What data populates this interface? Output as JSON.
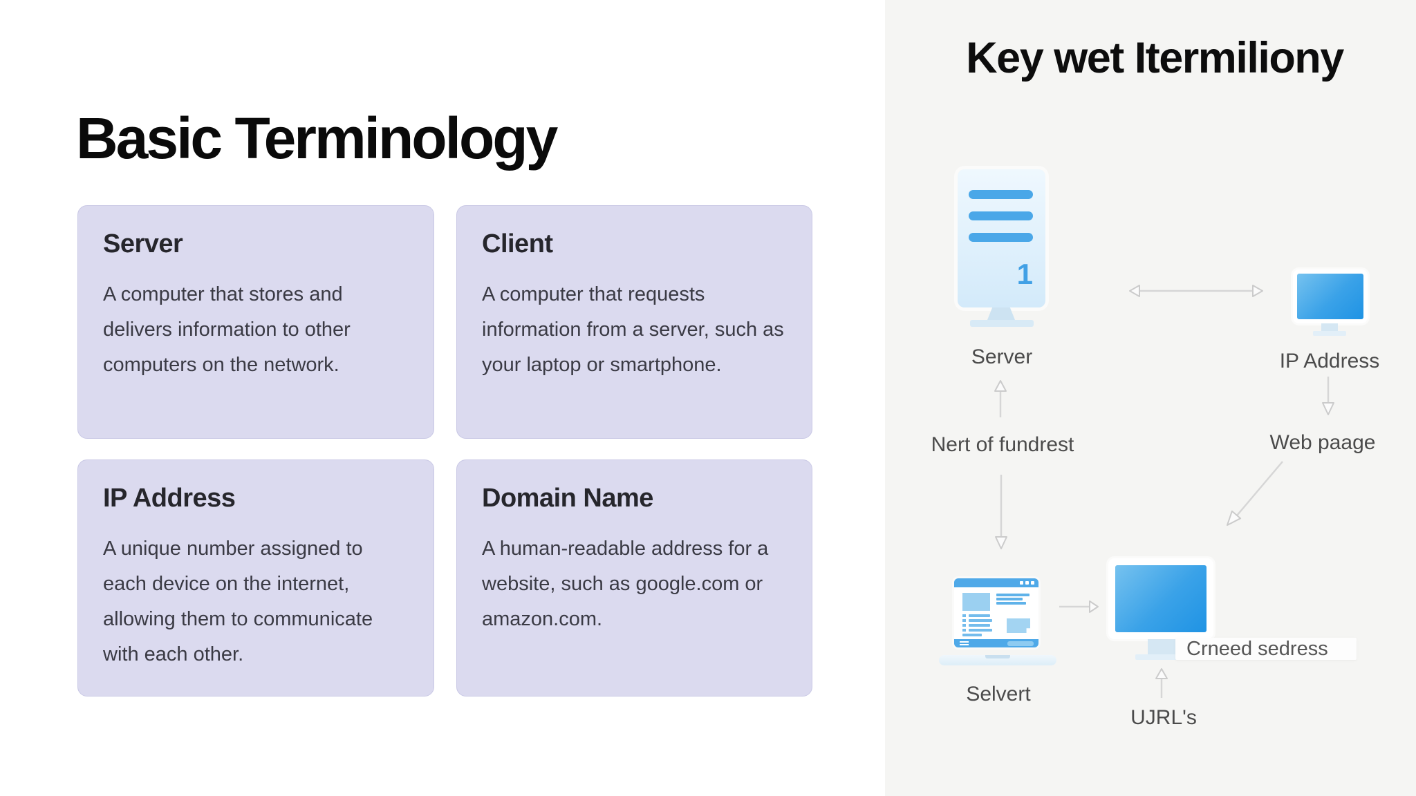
{
  "left_panel": {
    "title": "Basic Terminology",
    "cards": [
      {
        "title": "Server",
        "body": "A computer that stores and delivers information to other computers on the network."
      },
      {
        "title": "Client",
        "body": "A computer that requests information from a server, such as your laptop or smartphone."
      },
      {
        "title": "IP Address",
        "body": "A unique number assigned to each device on the internet, allowing them to communicate with each other."
      },
      {
        "title": "Domain Name",
        "body": "A human-readable address for a website, such as google.com or amazon.com."
      }
    ]
  },
  "right_panel": {
    "title": "Key wet Itermiliony",
    "server_label": "Server",
    "server_unit_number": "1",
    "ip_address_label": "IP Address",
    "network_label": "Nert of fundrest",
    "web_page_label": "Web paage",
    "client_label": "Selvert",
    "address_bar_label": "Crneed sedress",
    "url_label": "UJRL's"
  },
  "colors": {
    "accent_blue": "#4aa7e8",
    "card_background": "#dbdaef",
    "panel_background": "#f5f5f3",
    "screen_gradient_start": "#76c2ef",
    "screen_gradient_end": "#1f93e4"
  }
}
